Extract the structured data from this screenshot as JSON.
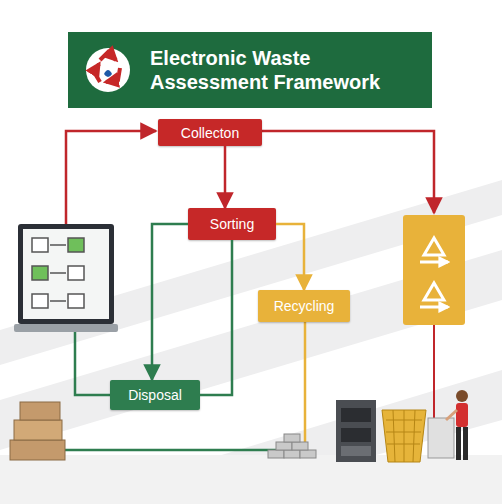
{
  "diagram": {
    "title": "Electronic Waste Assessment Framework",
    "nodes": [
      {
        "text": [
          "Collecton"
        ]
      },
      {
        "text": [
          "Sorting"
        ]
      },
      {
        "text": [
          "Recycling"
        ]
      },
      {
        "text": [
          "Disposal"
        ]
      }
    ],
    "edges": [
      {
        "from": 0,
        "to": 1,
        "arrow": "to"
      },
      {
        "from": 1,
        "to": 2,
        "arrow": "to"
      },
      {
        "from": 1,
        "to": 3,
        "arrow": "to"
      },
      {
        "from": 1,
        "to": 3,
        "arrow": "none"
      }
    ]
  }
}
